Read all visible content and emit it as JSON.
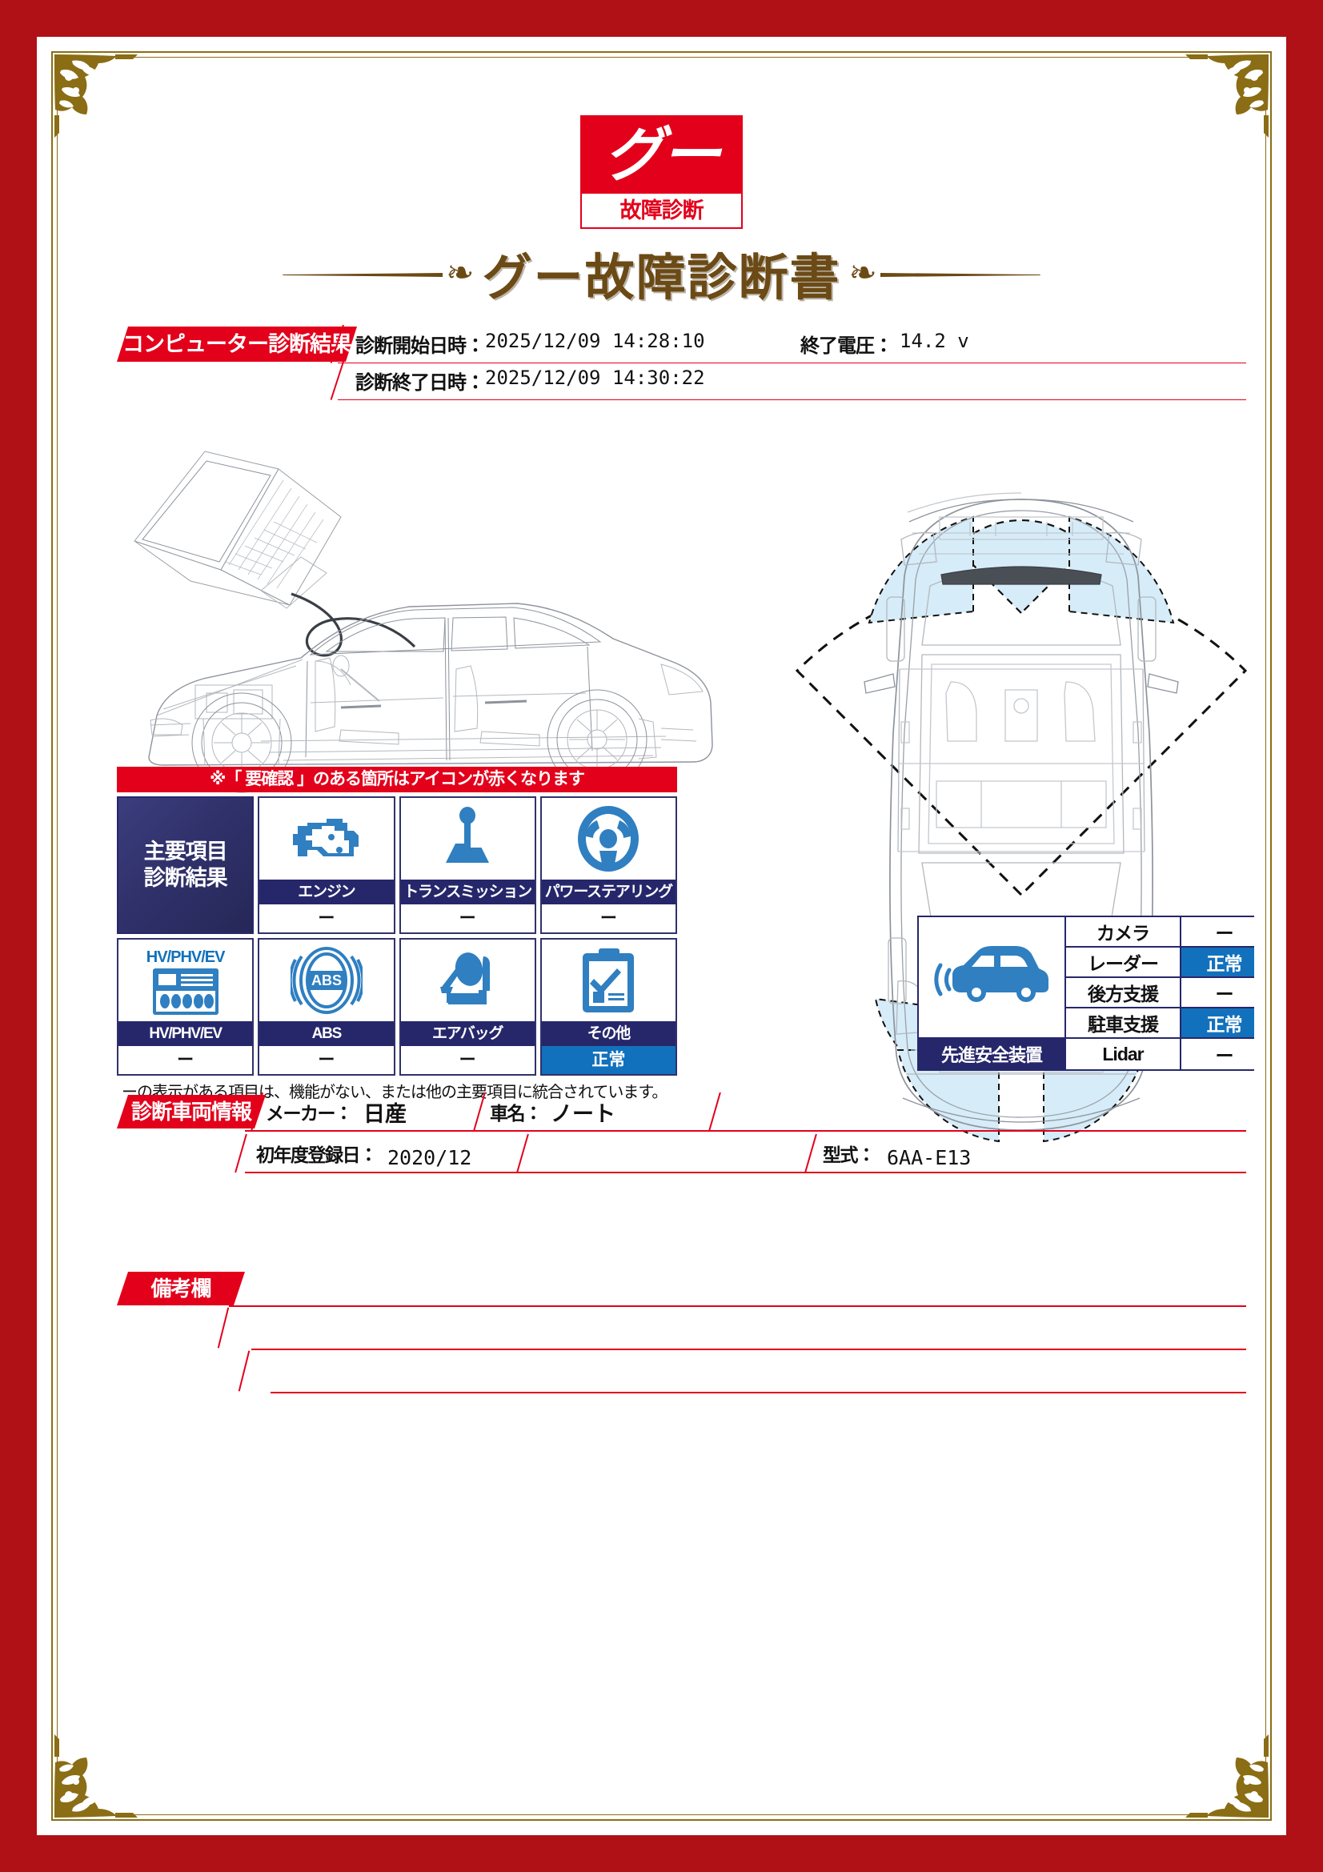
{
  "logo": {
    "mark": "グー",
    "caption": "故障診断"
  },
  "document": {
    "title": "グー故障診断書",
    "flourish_left": "❧",
    "flourish_right": "❧"
  },
  "computer_diagnosis": {
    "section_label": "コンピューター診断結果",
    "start_label": "診断開始日時：",
    "start_value": "2025/12/09 14:28:10",
    "end_label": "診断終了日時：",
    "end_value": "2025/12/09 14:30:22",
    "voltage_label": "終了電圧：",
    "voltage_value": "14.2 v"
  },
  "major_items": {
    "note": "※「 要確認 」のある箇所はアイコンが赤くなります",
    "header_line1": "主要項目",
    "header_line2": "診断結果",
    "footnote": "ーの表示がある項目は、機能がない、または他の主要項目に統合されています。",
    "items": [
      {
        "label": "エンジン",
        "icon": "engine-icon",
        "value": "ー",
        "status": "none"
      },
      {
        "label": "トランスミッション",
        "icon": "transmission-icon",
        "value": "ー",
        "status": "none"
      },
      {
        "label": "パワーステアリング",
        "icon": "steering-icon",
        "value": "ー",
        "status": "none"
      },
      {
        "label": "HV/PHV/EV",
        "icon": "battery-icon",
        "value": "ー",
        "status": "none",
        "icon_title": "HV/PHV/EV"
      },
      {
        "label": "ABS",
        "icon": "abs-icon",
        "value": "ー",
        "status": "none"
      },
      {
        "label": "エアバッグ",
        "icon": "airbag-icon",
        "value": "ー",
        "status": "none"
      },
      {
        "label": "その他",
        "icon": "clipboard-icon",
        "value": "正常",
        "status": "ok"
      }
    ]
  },
  "safety_devices": {
    "caption": "先進安全装置",
    "icon": "car-sensor-icon",
    "rows": [
      {
        "name": "カメラ",
        "value": "ー",
        "status": "none"
      },
      {
        "name": "レーダー",
        "value": "正常",
        "status": "ok"
      },
      {
        "name": "後方支援",
        "value": "ー",
        "status": "none"
      },
      {
        "name": "駐車支援",
        "value": "正常",
        "status": "ok"
      },
      {
        "name": "Lidar",
        "value": "ー",
        "status": "none"
      }
    ]
  },
  "vehicle_info": {
    "section_label": "診断車両情報",
    "maker_label": "メーカー：",
    "maker_value": "日産",
    "model_label": "車名：",
    "model_value": "ノート",
    "first_reg_label": "初年度登録日：",
    "first_reg_value": "2020/12",
    "type_label": "型式：",
    "type_value": "6AA-E13"
  },
  "remarks": {
    "section_label": "備考欄",
    "value": ""
  },
  "colors": {
    "border_red": "#B01116",
    "ribbon_red": "#E3001B",
    "gold": "#8a6d14",
    "title_brown": "#6b4a15",
    "navy": "#26276b",
    "accent_blue": "#1271BC",
    "sensor_fill": "#d6ecf8"
  }
}
